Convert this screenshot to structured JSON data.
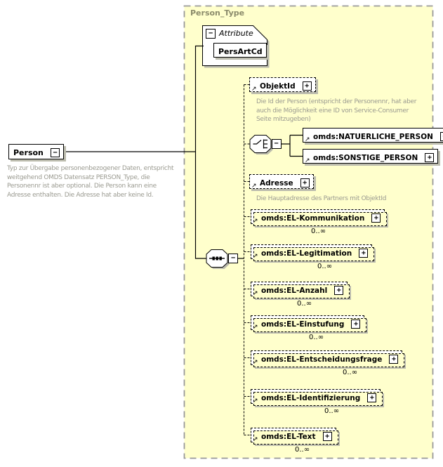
{
  "root_element": {
    "label": "Person",
    "annotation": "Typ zur Übergabe personenbezogener Daten, entspricht\nweitgehend OMDS Datensatz PERSON_Type, die\nPersonennr ist aber optional. Die Person kann eine\nAdresse enthalten. Die Adresse hat aber keine Id."
  },
  "panel": {
    "title": "Person_Type",
    "attribute_section": {
      "label": "Attribute",
      "attributes": [
        {
          "name": "PersArtCd"
        }
      ]
    },
    "connectors": {
      "sequence": "sequence-connector",
      "choice": "choice-connector"
    },
    "children": [
      {
        "label": "ObjektId",
        "optional": true,
        "annotation": "Die Id der Person (entspricht der Personennr, hat aber\nauch die Möglichkeit eine ID von Service-Consumer\nSeite mitzugeben)"
      },
      {
        "label": "omds:NATUERLICHE_PERSON"
      },
      {
        "label": "omds:SONSTIGE_PERSON"
      },
      {
        "label": "Adresse",
        "optional": true,
        "annotation": "Die Hauptadresse des Partners mit ObjektId"
      },
      {
        "label": "omds:EL-Kommunikation",
        "occurs": "0..∞"
      },
      {
        "label": "omds:EL-Legitimation",
        "occurs": "0..∞"
      },
      {
        "label": "omds:EL-Anzahl",
        "occurs": "0..∞"
      },
      {
        "label": "omds:EL-Einstufung",
        "occurs": "0..∞"
      },
      {
        "label": "omds:EL-Entscheidungsfrage",
        "occurs": "0..∞"
      },
      {
        "label": "omds:EL-Identifizierung",
        "occurs": "0..∞"
      },
      {
        "label": "omds:EL-Text",
        "occurs": "0..∞"
      }
    ]
  },
  "icons": {
    "collapse": "−",
    "expand": "+",
    "reference": "↗"
  },
  "colors": {
    "panel_bg": "#ffffcc",
    "panel_border": "#999999",
    "box_border": "#000000",
    "shadow": "#bcbcae",
    "annotation_text": "#9a9a90",
    "panel_title_text": "#8b8b6b"
  }
}
